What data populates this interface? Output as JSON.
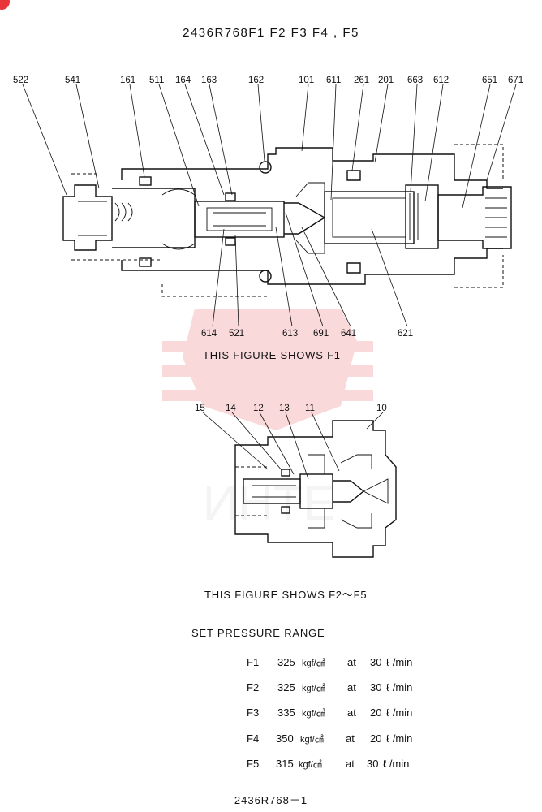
{
  "title": "2436R768F1   F2   F3   F4 , F5",
  "fig1": {
    "caption": "THIS FIGURE SHOWS    F1",
    "labels_top": [
      "522",
      "541",
      "161",
      "511",
      "164",
      "163",
      "162",
      "101",
      "611",
      "261",
      "201",
      "663",
      "612",
      "651",
      "671"
    ],
    "labels_bottom": [
      "614",
      "521",
      "613",
      "691",
      "641",
      "621"
    ]
  },
  "fig2": {
    "caption": "THIS FIGURE SHOWS  F2～F5",
    "labels": [
      "15",
      "14",
      "12",
      "13",
      "11",
      "10"
    ]
  },
  "spec": {
    "heading": "SET PRESSURE RANGE",
    "rows": [
      {
        "model": "F1",
        "pressure": "325",
        "unit": "kgf/㎠",
        "at": "at",
        "flow": "30",
        "flow_unit": "ℓ /min"
      },
      {
        "model": "F2",
        "pressure": "325",
        "unit": "kgf/㎠",
        "at": "at",
        "flow": "30",
        "flow_unit": "ℓ /min"
      },
      {
        "model": "F3",
        "pressure": "335",
        "unit": "kgf/㎠",
        "at": "at",
        "flow": "20",
        "flow_unit": "ℓ /min"
      },
      {
        "model": "F4",
        "pressure": "350",
        "unit": "kgf/㎠",
        "at": "at",
        "flow": "20",
        "flow_unit": "ℓ /min"
      },
      {
        "model": "F5",
        "pressure": "315",
        "unit": "kgf/㎠",
        "at": "at",
        "flow": "30",
        "flow_unit": "ℓ /min"
      }
    ]
  },
  "footer": "2436R768－1",
  "watermark_color": "#e8353a"
}
